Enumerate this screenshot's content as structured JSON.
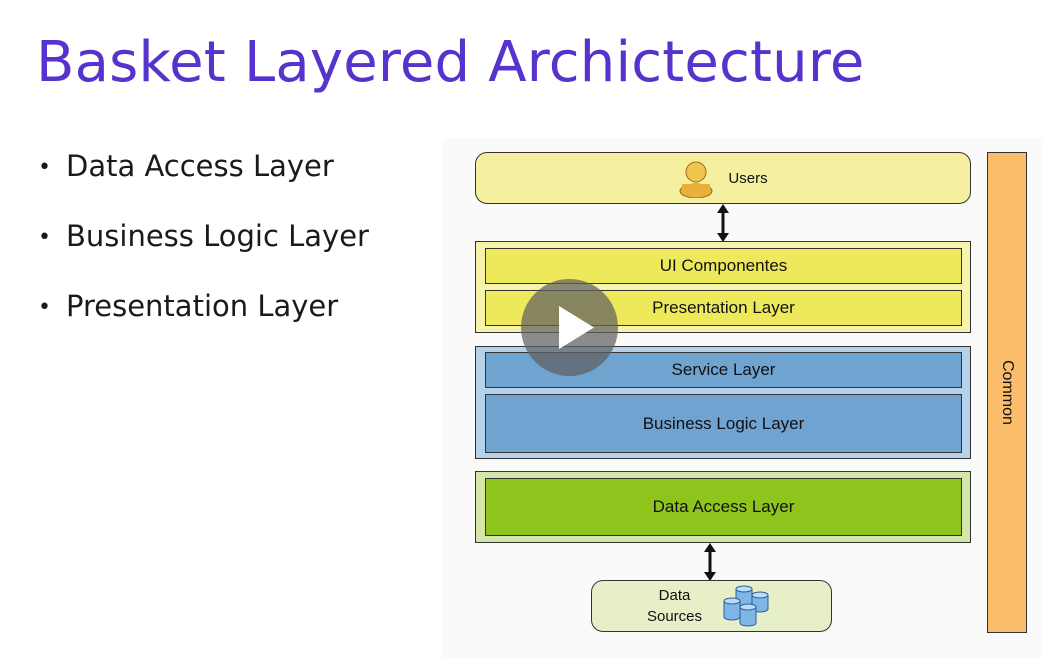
{
  "slide": {
    "title": "Basket Layered Archictecture",
    "bullets": [
      "Data Access Layer",
      "Business Logic Layer",
      "Presentation Layer"
    ]
  },
  "diagram": {
    "users": "Users",
    "ui_components": "UI Componentes",
    "presentation_layer": "Presentation Layer",
    "service_layer": "Service Layer",
    "business_logic_layer": "Business Logic Layer",
    "data_access_layer": "Data Access Layer",
    "data_sources_line1": "Data",
    "data_sources_line2": "Sources",
    "common": "Common"
  },
  "icons": {
    "users": "user-icon",
    "data_sources": "database-icon",
    "play": "play-icon"
  },
  "colors": {
    "title": "#5533cc",
    "users_fill": "#f4f0a0",
    "presentation_fill": "#eee95a",
    "business_fill": "#6fa3d0",
    "data_fill": "#8fc41c",
    "common_fill": "#fbbc6c"
  }
}
